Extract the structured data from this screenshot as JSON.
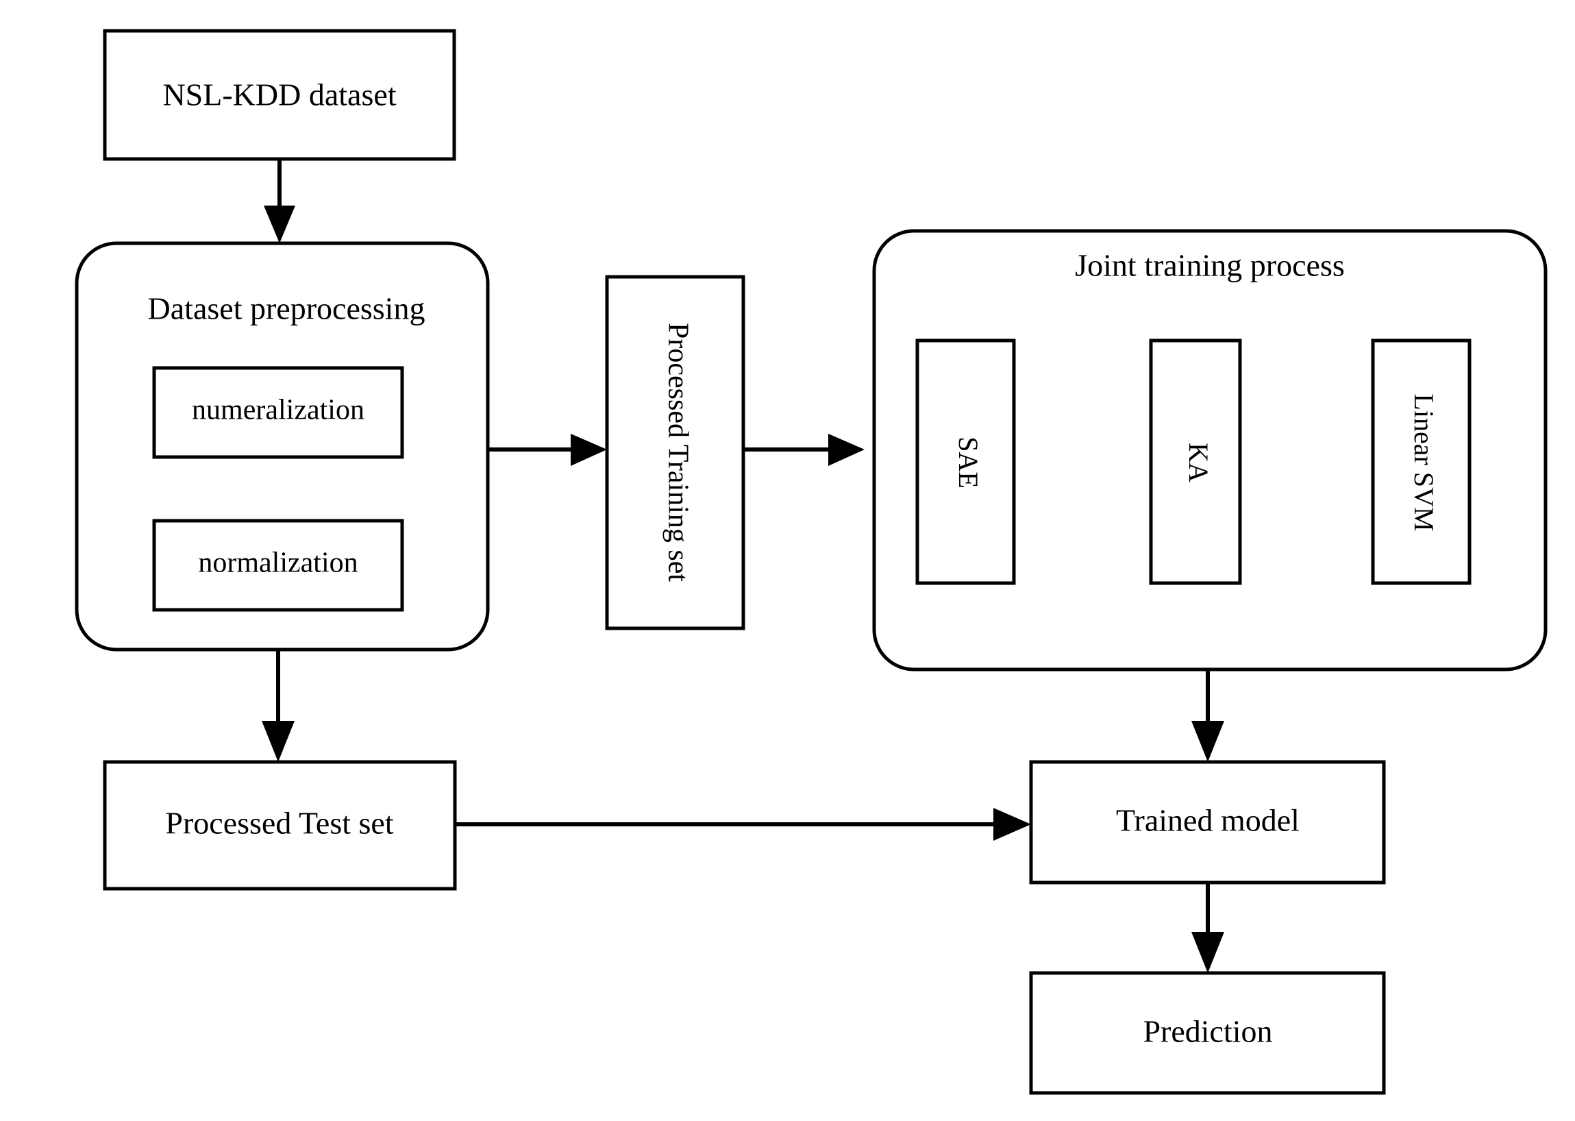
{
  "diagram": {
    "type": "flowchart",
    "title": "Intrusion detection model workflow",
    "stroke_color": "#000000",
    "background_color": "#ffffff",
    "nodes": [
      {
        "id": "nsl_kdd",
        "label": "NSL-KDD dataset",
        "shape": "rectangle",
        "orientation": "horizontal"
      },
      {
        "id": "preprocessing",
        "label": "Dataset preprocessing",
        "shape": "rounded-rectangle",
        "orientation": "horizontal"
      },
      {
        "id": "numeralization",
        "label": "numeralization",
        "shape": "rectangle",
        "orientation": "horizontal"
      },
      {
        "id": "normalization",
        "label": "normalization",
        "shape": "rectangle",
        "orientation": "horizontal"
      },
      {
        "id": "processed_training_set",
        "label": "Processed Training set",
        "shape": "rectangle",
        "orientation": "vertical"
      },
      {
        "id": "joint_training",
        "label": "Joint training process",
        "shape": "rounded-rectangle",
        "orientation": "horizontal"
      },
      {
        "id": "sae",
        "label": "SAE",
        "shape": "rectangle",
        "orientation": "vertical"
      },
      {
        "id": "ka",
        "label": "KA",
        "shape": "rectangle",
        "orientation": "vertical"
      },
      {
        "id": "linear_svm",
        "label": "Linear SVM",
        "shape": "rectangle",
        "orientation": "vertical"
      },
      {
        "id": "processed_test_set",
        "label": "Processed Test set",
        "shape": "rectangle",
        "orientation": "horizontal"
      },
      {
        "id": "trained_model",
        "label": "Trained model",
        "shape": "rectangle",
        "orientation": "horizontal"
      },
      {
        "id": "prediction",
        "label": "Prediction",
        "shape": "rectangle",
        "orientation": "horizontal"
      }
    ],
    "edges": [
      {
        "from": "nsl_kdd",
        "to": "preprocessing",
        "direction": "down"
      },
      {
        "from": "numeralization",
        "to": "normalization",
        "direction": "down"
      },
      {
        "from": "preprocessing",
        "to": "processed_training_set",
        "direction": "right"
      },
      {
        "from": "processed_training_set",
        "to": "joint_training",
        "direction": "right"
      },
      {
        "from": "sae",
        "to": "ka",
        "direction": "right"
      },
      {
        "from": "ka",
        "to": "linear_svm",
        "direction": "right"
      },
      {
        "from": "preprocessing",
        "to": "processed_test_set",
        "direction": "down"
      },
      {
        "from": "joint_training",
        "to": "trained_model",
        "direction": "down"
      },
      {
        "from": "processed_test_set",
        "to": "trained_model",
        "direction": "right"
      },
      {
        "from": "trained_model",
        "to": "prediction",
        "direction": "down"
      }
    ]
  }
}
